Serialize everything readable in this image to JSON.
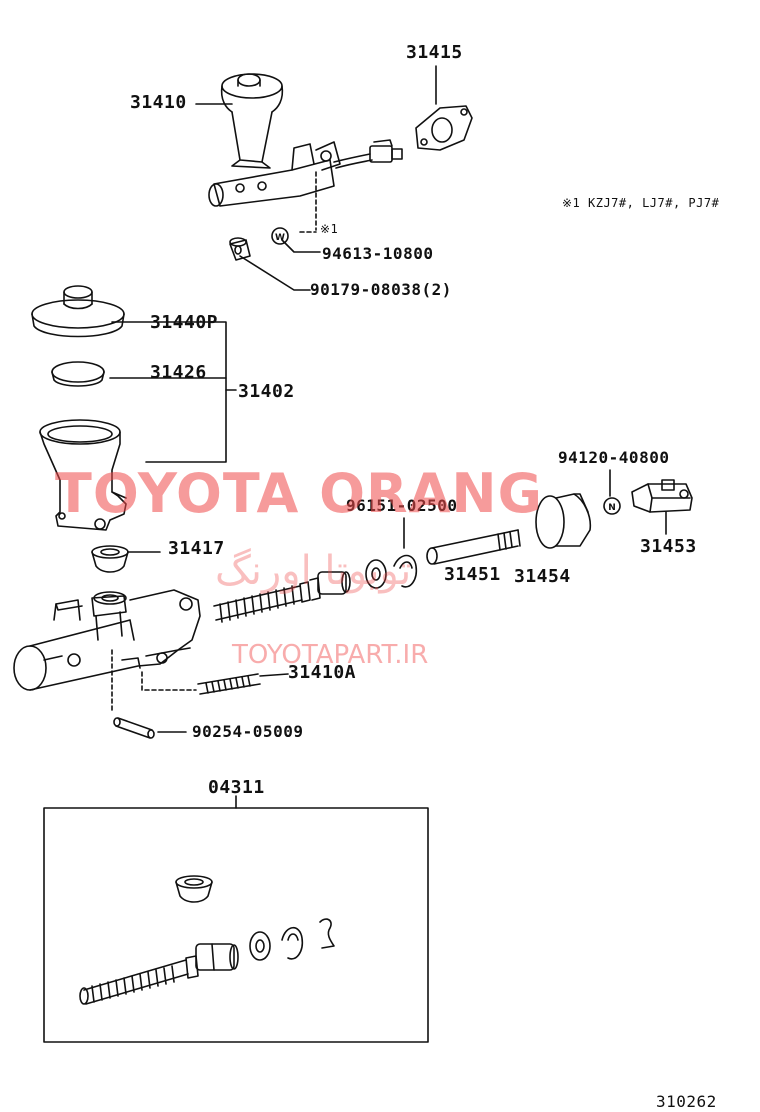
{
  "labels": {
    "p31415": "31415",
    "p31410": "31410",
    "note_mark": "※1",
    "note_text": "※1 KZJ7#, LJ7#, PJ7#",
    "p94613": "94613-10800",
    "p90179": "90179-08038(2)",
    "p31440": "31440P",
    "p31426": "31426",
    "p31402": "31402",
    "p94120": "94120-40800",
    "p96151": "96151-02500",
    "p31453": "31453",
    "p31451": "31451",
    "p31454": "31454",
    "p31417": "31417",
    "p31410a": "31410A",
    "p90254": "90254-05009",
    "p04311": "04311",
    "diagram_code": "310262",
    "washer_letter_w": "W",
    "nut_letter_n": "N"
  },
  "watermark": {
    "brand": "TOYOTA ORANG",
    "farsi": "تویوتا اورنگ",
    "site": "TOYOTAPART.IR",
    "color": "#f04a4a"
  }
}
